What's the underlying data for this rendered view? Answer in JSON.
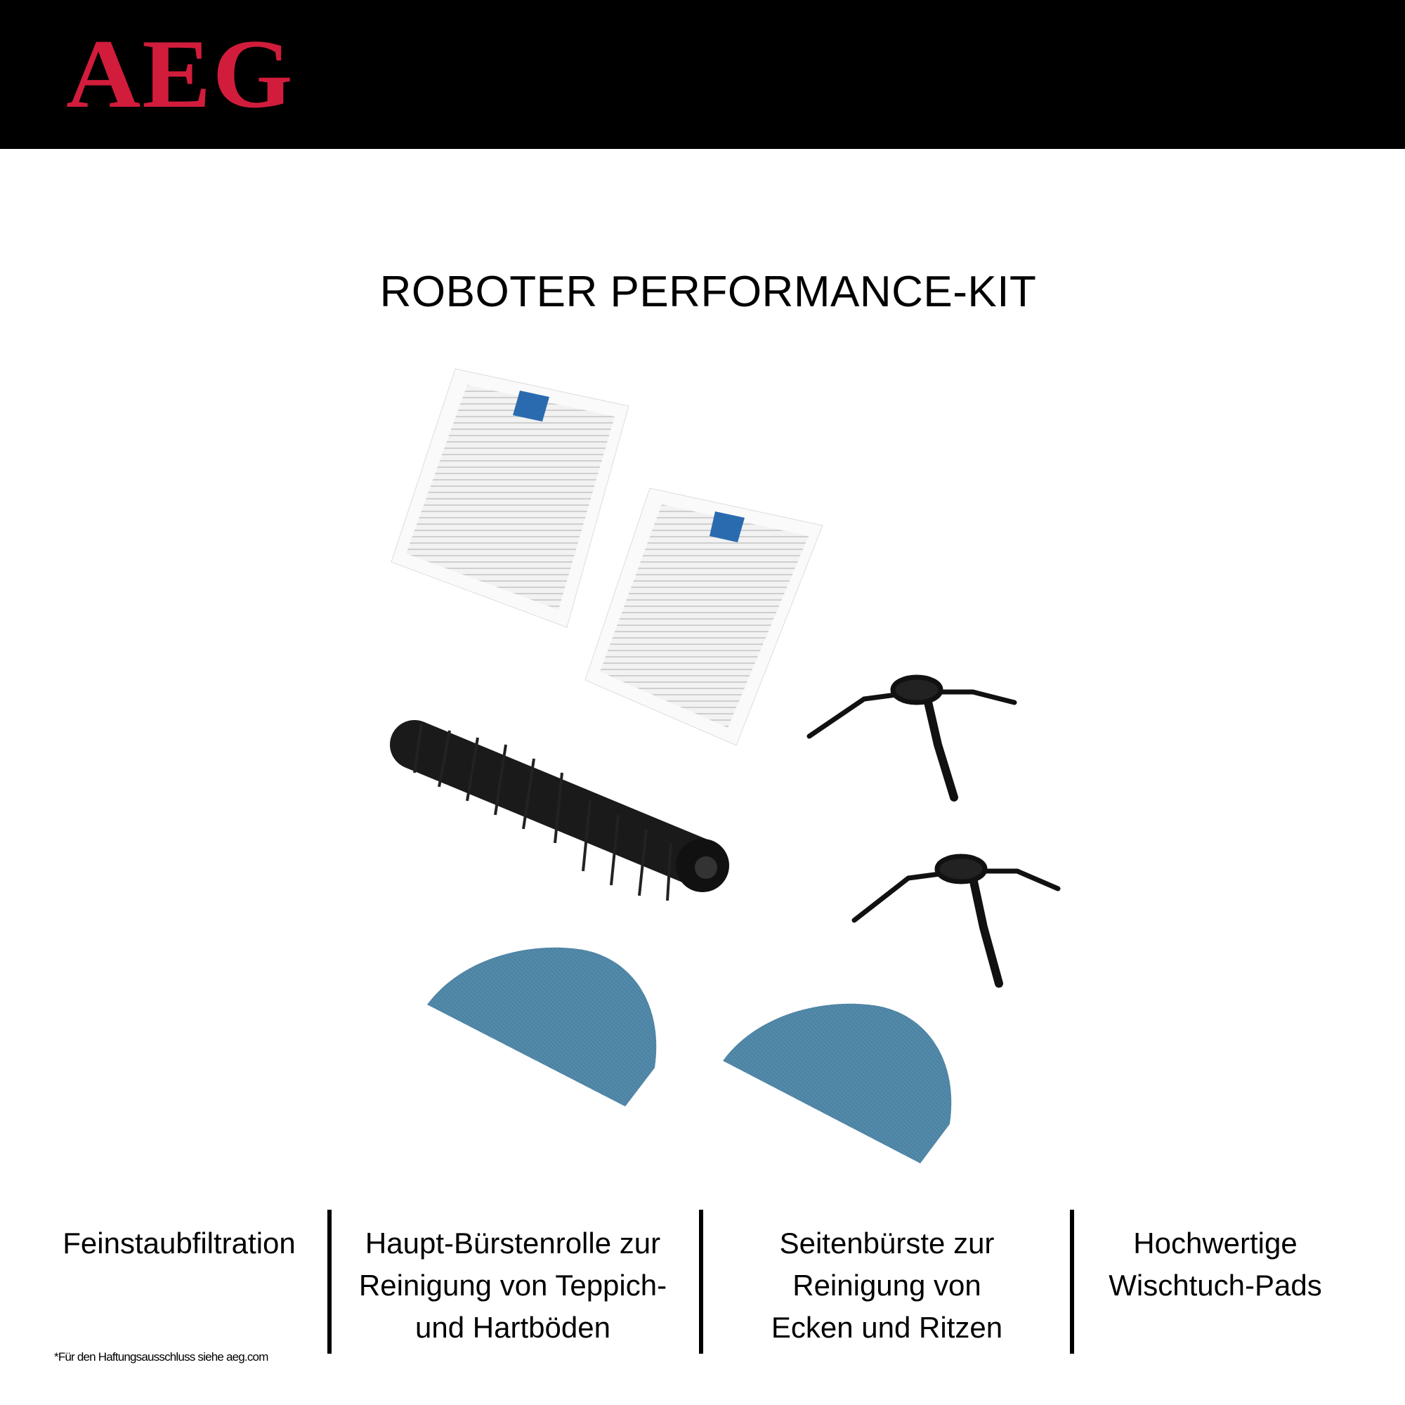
{
  "brand": {
    "logo": "AEG",
    "color": "#d21c3c"
  },
  "title": "ROBOTER PERFORMANCE-KIT",
  "features": [
    {
      "lines": [
        "Feinstaubfiltration"
      ]
    },
    {
      "lines": [
        "Haupt-Bürstenrolle zur",
        "Reinigung von Teppich-",
        "und Hartböden"
      ]
    },
    {
      "lines": [
        "Seitenbürste zur",
        "Reinigung von",
        "Ecken und Ritzen"
      ]
    },
    {
      "lines": [
        "Hochwertige",
        "Wischtuch-Pads"
      ]
    }
  ],
  "disclaimer": "*Für den Haftungsausschluss siehe aeg.com",
  "colors": {
    "pad": "#4d83a3",
    "filter_tab": "#2a6bb0"
  }
}
